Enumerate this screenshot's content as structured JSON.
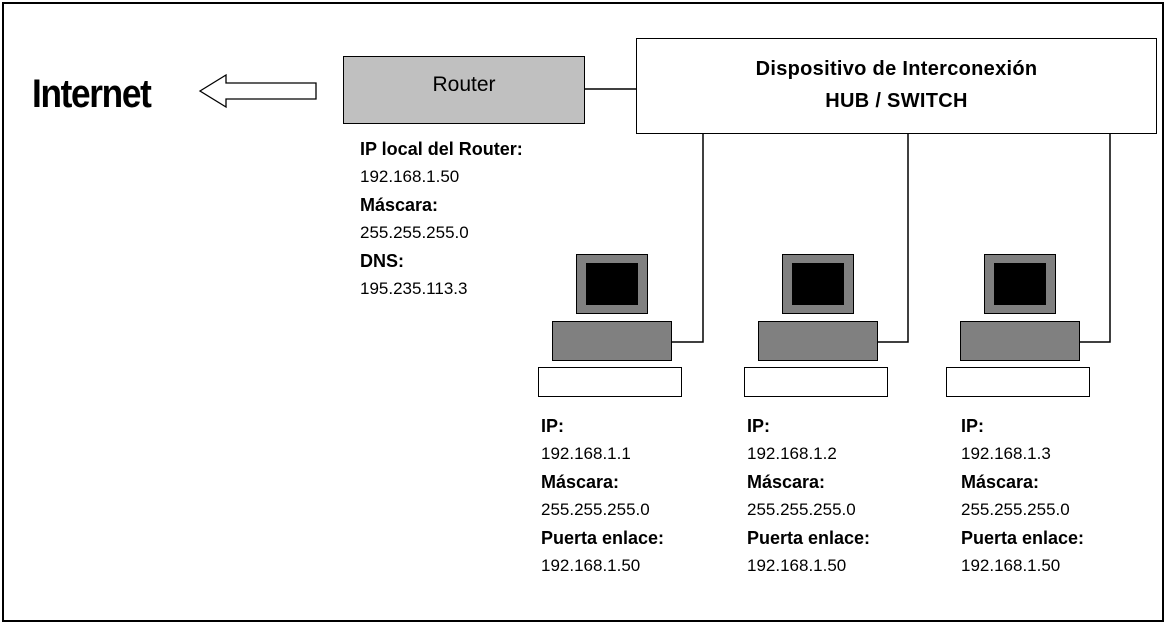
{
  "internet_label": "Internet",
  "router": {
    "label": "Router"
  },
  "switch": {
    "line1": "Dispositivo de Interconexión",
    "line2": "HUB / SWITCH"
  },
  "router_info": {
    "ip_label": "IP local del Router:",
    "ip_value": "192.168.1.50",
    "mask_label": "Máscara:",
    "mask_value": "255.255.255.0",
    "dns_label": "DNS:",
    "dns_value": "195.235.113.3"
  },
  "pcs": [
    {
      "ip_label": "IP:",
      "ip_value": "192.168.1.1",
      "mask_label": "Máscara:",
      "mask_value": "255.255.255.0",
      "gw_label": "Puerta enlace:",
      "gw_value": "192.168.1.50"
    },
    {
      "ip_label": "IP:",
      "ip_value": "192.168.1.2",
      "mask_label": "Máscara:",
      "mask_value": "255.255.255.0",
      "gw_label": "Puerta enlace:",
      "gw_value": "192.168.1.50"
    },
    {
      "ip_label": "IP:",
      "ip_value": "192.168.1.3",
      "mask_label": "Máscara:",
      "mask_value": "255.255.255.0",
      "gw_label": "Puerta enlace:",
      "gw_value": "192.168.1.50"
    }
  ],
  "colors": {
    "router_fill": "#c0c0c0",
    "pc_fill": "#808080",
    "screen": "#000000",
    "line": "#000000"
  }
}
